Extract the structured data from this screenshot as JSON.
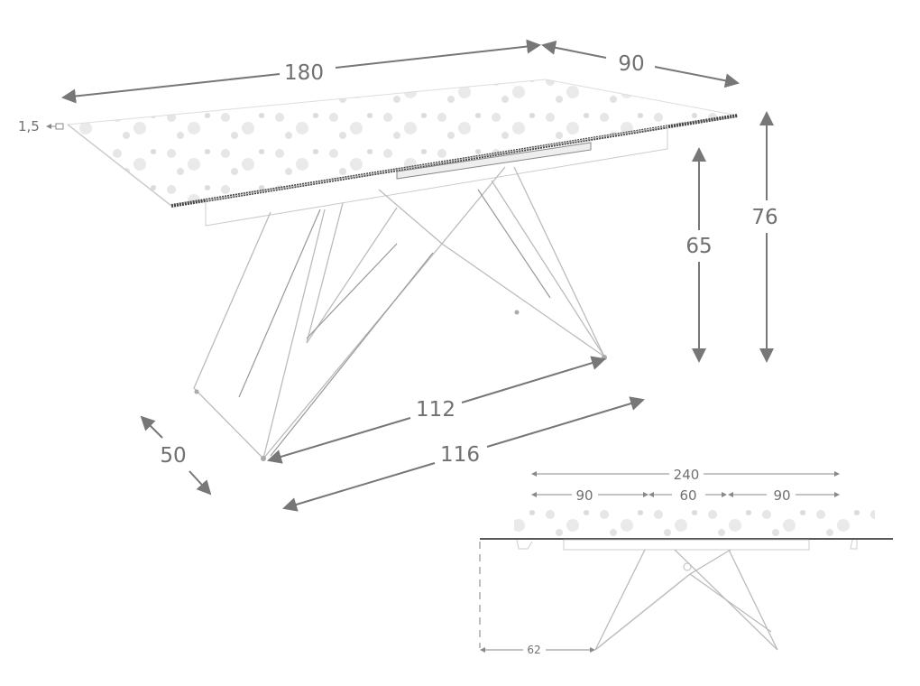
{
  "diagram": {
    "title": "Extendable table dimensions",
    "main_view": {
      "length": "180",
      "width": "90",
      "top_thickness": "1,5",
      "height_total": "76",
      "height_under_apron": "65",
      "leg_span_inner": "112",
      "leg_span_outer": "116",
      "leg_depth": "50"
    },
    "extended_view": {
      "total_length": "240",
      "left_section": "90",
      "extension": "60",
      "right_section": "90",
      "overhang": "62"
    },
    "colors": {
      "dimension": "#707070",
      "outline": "#bbbbbb",
      "edge": "#333333"
    }
  }
}
